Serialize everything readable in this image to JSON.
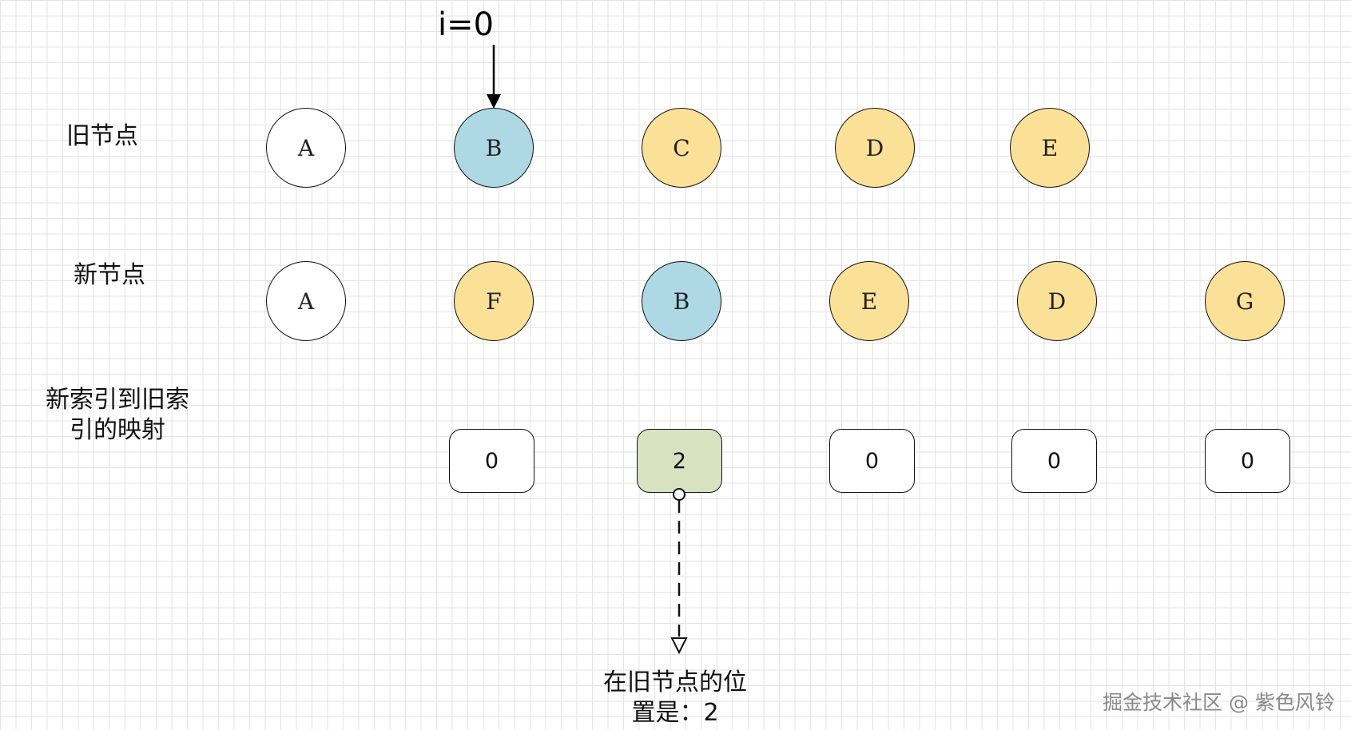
{
  "pointer": {
    "label": "i=0"
  },
  "rows": {
    "old": {
      "label": "旧节点",
      "nodes": [
        {
          "key": "A",
          "fill": "#ffffff"
        },
        {
          "key": "B",
          "fill": "#add8e4"
        },
        {
          "key": "C",
          "fill": "#fbe097"
        },
        {
          "key": "D",
          "fill": "#fbe097"
        },
        {
          "key": "E",
          "fill": "#fbe097"
        }
      ]
    },
    "new": {
      "label": "新节点",
      "nodes": [
        {
          "key": "A",
          "fill": "#ffffff"
        },
        {
          "key": "F",
          "fill": "#fbe097"
        },
        {
          "key": "B",
          "fill": "#add8e4"
        },
        {
          "key": "E",
          "fill": "#fbe097"
        },
        {
          "key": "D",
          "fill": "#fbe097"
        },
        {
          "key": "G",
          "fill": "#fbe097"
        }
      ]
    },
    "map": {
      "label_line1": "新索引到旧索",
      "label_line2": "引的映射",
      "cells": [
        {
          "value": "0",
          "fill": "#ffffff"
        },
        {
          "value": "2",
          "fill": "#d6e2c0"
        },
        {
          "value": "0",
          "fill": "#ffffff"
        },
        {
          "value": "0",
          "fill": "#ffffff"
        },
        {
          "value": "0",
          "fill": "#ffffff"
        }
      ]
    }
  },
  "note": {
    "line1": "在旧节点的位",
    "line2": "置是：2"
  },
  "watermark": "掘金技术社区 @ 紫色风铃",
  "colors": {
    "yellow": "#fbe097",
    "blue": "#add8e4",
    "green": "#d6e2c0",
    "white": "#ffffff"
  }
}
